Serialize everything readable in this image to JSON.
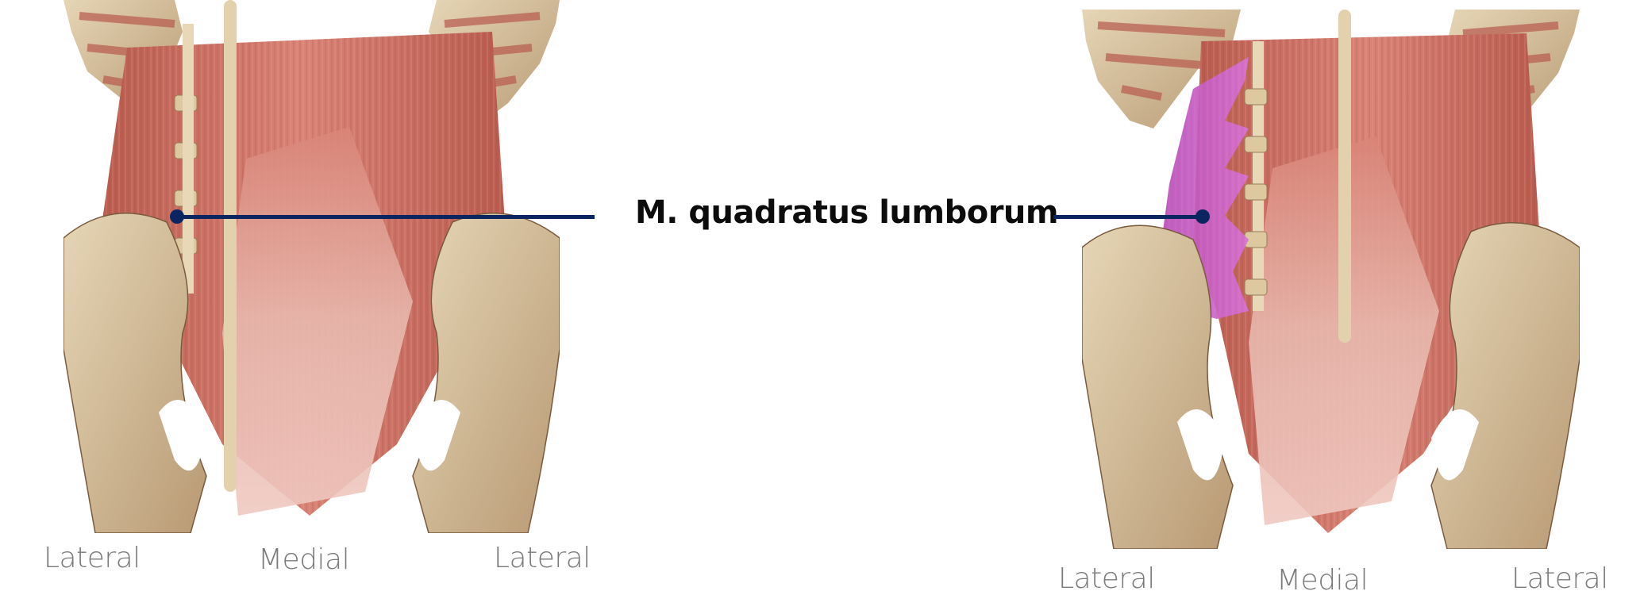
{
  "title": "M. quadratus lumborum",
  "colors": {
    "leader_line": "#0b2560",
    "highlight_muscle": "#c85ec8",
    "muscle": "#c8695c",
    "bone": "#d8c4a0",
    "axis_label": "#7a7a7a",
    "title": "#0c0c0c"
  },
  "left_panel": {
    "description": "Posterior view of lumbar muscles and pelvis (unhighlighted)",
    "axis_labels": [
      "Lateral",
      "Medial",
      "Lateral"
    ]
  },
  "right_panel": {
    "description": "Posterior view of lumbar muscles and pelvis with quadratus lumborum highlighted in purple",
    "axis_labels": [
      "Lateral",
      "Medial",
      "Lateral"
    ]
  }
}
